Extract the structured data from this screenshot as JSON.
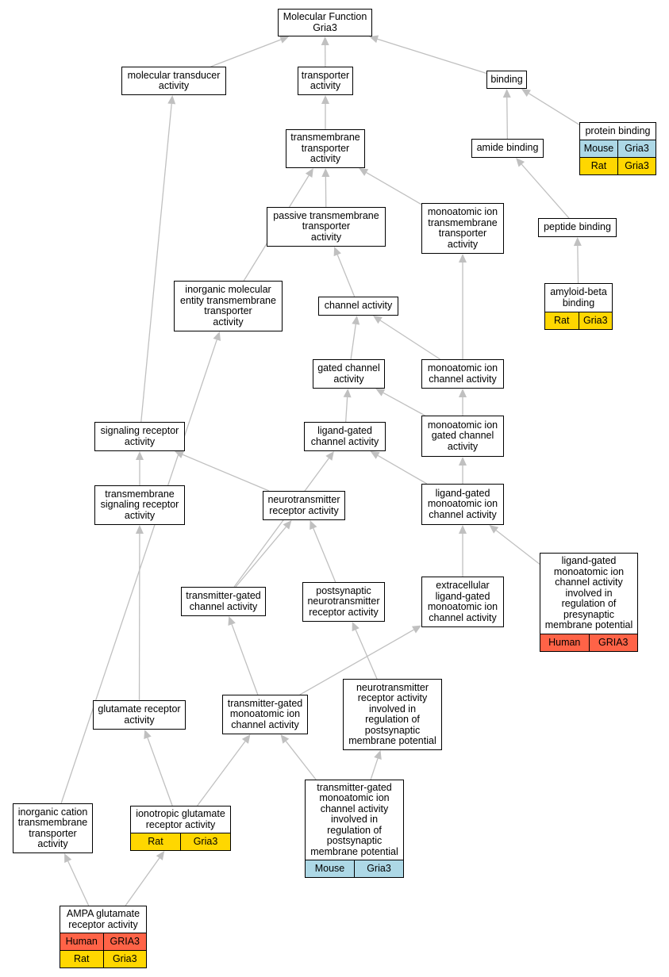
{
  "colors": {
    "edge": "#c0c0c0",
    "Human": "#ff6347",
    "Mouse": "#add8e6",
    "Rat": "#ffd700"
  },
  "nodes": [
    {
      "id": "mf",
      "label": "Molecular Function\nGria3"
    },
    {
      "id": "mta",
      "label": "molecular transducer\nactivity"
    },
    {
      "id": "ta",
      "label": "transporter\nactivity"
    },
    {
      "id": "binding",
      "label": "binding"
    },
    {
      "id": "pb",
      "label": "protein binding",
      "species": [
        [
          "Mouse",
          "Gria3"
        ],
        [
          "Rat",
          "Gria3"
        ]
      ]
    },
    {
      "id": "tta",
      "label": "transmembrane\ntransporter\nactivity"
    },
    {
      "id": "ab",
      "label": "amide binding"
    },
    {
      "id": "ptta",
      "label": "passive transmembrane\ntransporter\nactivity"
    },
    {
      "id": "mitta",
      "label": "monoatomic ion\ntransmembrane\ntransporter\nactivity"
    },
    {
      "id": "pepb",
      "label": "peptide binding"
    },
    {
      "id": "abb",
      "label": "amyloid-beta\nbinding",
      "species": [
        [
          "Rat",
          "Gria3"
        ]
      ]
    },
    {
      "id": "imetta",
      "label": "inorganic molecular\nentity transmembrane\ntransporter\nactivity"
    },
    {
      "id": "ca",
      "label": "channel activity"
    },
    {
      "id": "gca",
      "label": "gated channel\nactivity"
    },
    {
      "id": "mica",
      "label": "monoatomic ion\nchannel activity"
    },
    {
      "id": "sra",
      "label": "signaling receptor\nactivity"
    },
    {
      "id": "lgca",
      "label": "ligand-gated\nchannel activity"
    },
    {
      "id": "migca",
      "label": "monoatomic ion\ngated channel\nactivity"
    },
    {
      "id": "tsra",
      "label": "transmembrane\nsignaling receptor\nactivity"
    },
    {
      "id": "nra",
      "label": "neurotransmitter\nreceptor activity"
    },
    {
      "id": "lgmica",
      "label": "ligand-gated\nmonoatomic ion\nchannel activity"
    },
    {
      "id": "lgmica_pre",
      "label": "ligand-gated\nmonoatomic ion\nchannel activity\ninvolved in\nregulation of\npresynaptic\nmembrane potential",
      "species": [
        [
          "Human",
          "GRIA3"
        ]
      ]
    },
    {
      "id": "tgca",
      "label": "transmitter-gated\nchannel activity"
    },
    {
      "id": "pnra",
      "label": "postsynaptic\nneurotransmitter\nreceptor activity"
    },
    {
      "id": "elgmica",
      "label": "extracellular\nligand-gated\nmonoatomic ion\nchannel activity"
    },
    {
      "id": "nra_post",
      "label": "neurotransmitter\nreceptor activity\ninvolved in\nregulation of\npostsynaptic\nmembrane potential"
    },
    {
      "id": "gra",
      "label": "glutamate receptor\nactivity"
    },
    {
      "id": "tgmica",
      "label": "transmitter-gated\nmonoatomic ion\nchannel activity"
    },
    {
      "id": "tgmica_post",
      "label": "transmitter-gated\nmonoatomic ion\nchannel activity\ninvolved in\nregulation of\npostsynaptic\nmembrane potential",
      "species": [
        [
          "Mouse",
          "Gria3"
        ]
      ]
    },
    {
      "id": "icta",
      "label": "inorganic cation\ntransmembrane\ntransporter\nactivity"
    },
    {
      "id": "igra",
      "label": "ionotropic glutamate\nreceptor activity",
      "species": [
        [
          "Rat",
          "Gria3"
        ]
      ]
    },
    {
      "id": "agra",
      "label": "AMPA glutamate\nreceptor activity",
      "species": [
        [
          "Human",
          "GRIA3"
        ],
        [
          "Rat",
          "Gria3"
        ]
      ]
    }
  ],
  "edges": [
    [
      "mta",
      "mf"
    ],
    [
      "ta",
      "mf"
    ],
    [
      "binding",
      "mf"
    ],
    [
      "pb",
      "binding"
    ],
    [
      "ab",
      "binding"
    ],
    [
      "tta",
      "ta"
    ],
    [
      "ptta",
      "tta"
    ],
    [
      "mitta",
      "tta"
    ],
    [
      "imetta",
      "tta"
    ],
    [
      "pepb",
      "ab"
    ],
    [
      "abb",
      "pepb"
    ],
    [
      "ca",
      "ptta"
    ],
    [
      "gca",
      "ca"
    ],
    [
      "mica",
      "ca"
    ],
    [
      "mica",
      "mitta"
    ],
    [
      "migca",
      "gca"
    ],
    [
      "migca",
      "mica"
    ],
    [
      "lgca",
      "gca"
    ],
    [
      "lgmica",
      "migca"
    ],
    [
      "lgmica",
      "lgca"
    ],
    [
      "sra",
      "mta"
    ],
    [
      "tsra",
      "sra"
    ],
    [
      "nra",
      "sra"
    ],
    [
      "elgmica",
      "lgmica"
    ],
    [
      "lgmica_pre",
      "lgmica"
    ],
    [
      "tgca",
      "lgca"
    ],
    [
      "tgca",
      "nra"
    ],
    [
      "pnra",
      "nra"
    ],
    [
      "gra",
      "tsra"
    ],
    [
      "tgmica",
      "tgca"
    ],
    [
      "tgmica",
      "elgmica"
    ],
    [
      "nra_post",
      "pnra"
    ],
    [
      "igra",
      "gra"
    ],
    [
      "igra",
      "tgmica"
    ],
    [
      "tgmica_post",
      "tgmica"
    ],
    [
      "tgmica_post",
      "nra_post"
    ],
    [
      "icta",
      "imetta"
    ],
    [
      "agra",
      "icta"
    ],
    [
      "agra",
      "igra"
    ]
  ]
}
